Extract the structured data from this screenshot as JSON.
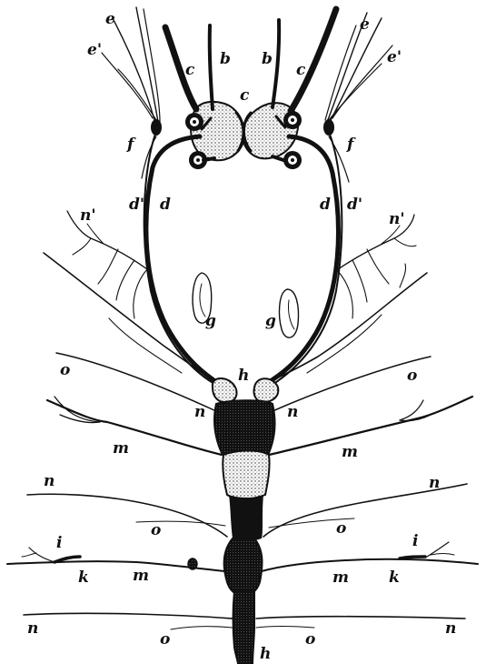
{
  "figure": {
    "labels": {
      "e_left": "e",
      "e_right": "e",
      "e_prime_left": "e'",
      "e_prime_right": "e'",
      "c_left": "c",
      "c_right": "c",
      "c_center": "c",
      "b_left": "b",
      "b_right": "b",
      "f_left": "f",
      "f_right": "f",
      "d_prime_left": "d'",
      "d_left": "d",
      "d_right": "d",
      "d_prime_right": "d'",
      "n_prime_left": "n'",
      "n_prime_right": "n'",
      "g_left": "g",
      "g_right": "g",
      "h_top": "h",
      "h_bottom": "h",
      "o_upper_left": "o",
      "o_upper_right": "o",
      "n_upper_left": "n",
      "n_upper_right": "n",
      "m_upper_left": "m",
      "m_upper_right": "m",
      "n_mid_left": "n",
      "n_mid_right": "n",
      "o_mid_left": "o",
      "o_mid_right": "o",
      "i_left": "i",
      "i_right": "i",
      "k_left": "k",
      "k_right": "k",
      "m_lower_left": "m",
      "m_lower_right": "m",
      "n_lower_left": "n",
      "n_lower_right": "n",
      "o_lower_left": "o",
      "o_lower_right": "o"
    }
  }
}
